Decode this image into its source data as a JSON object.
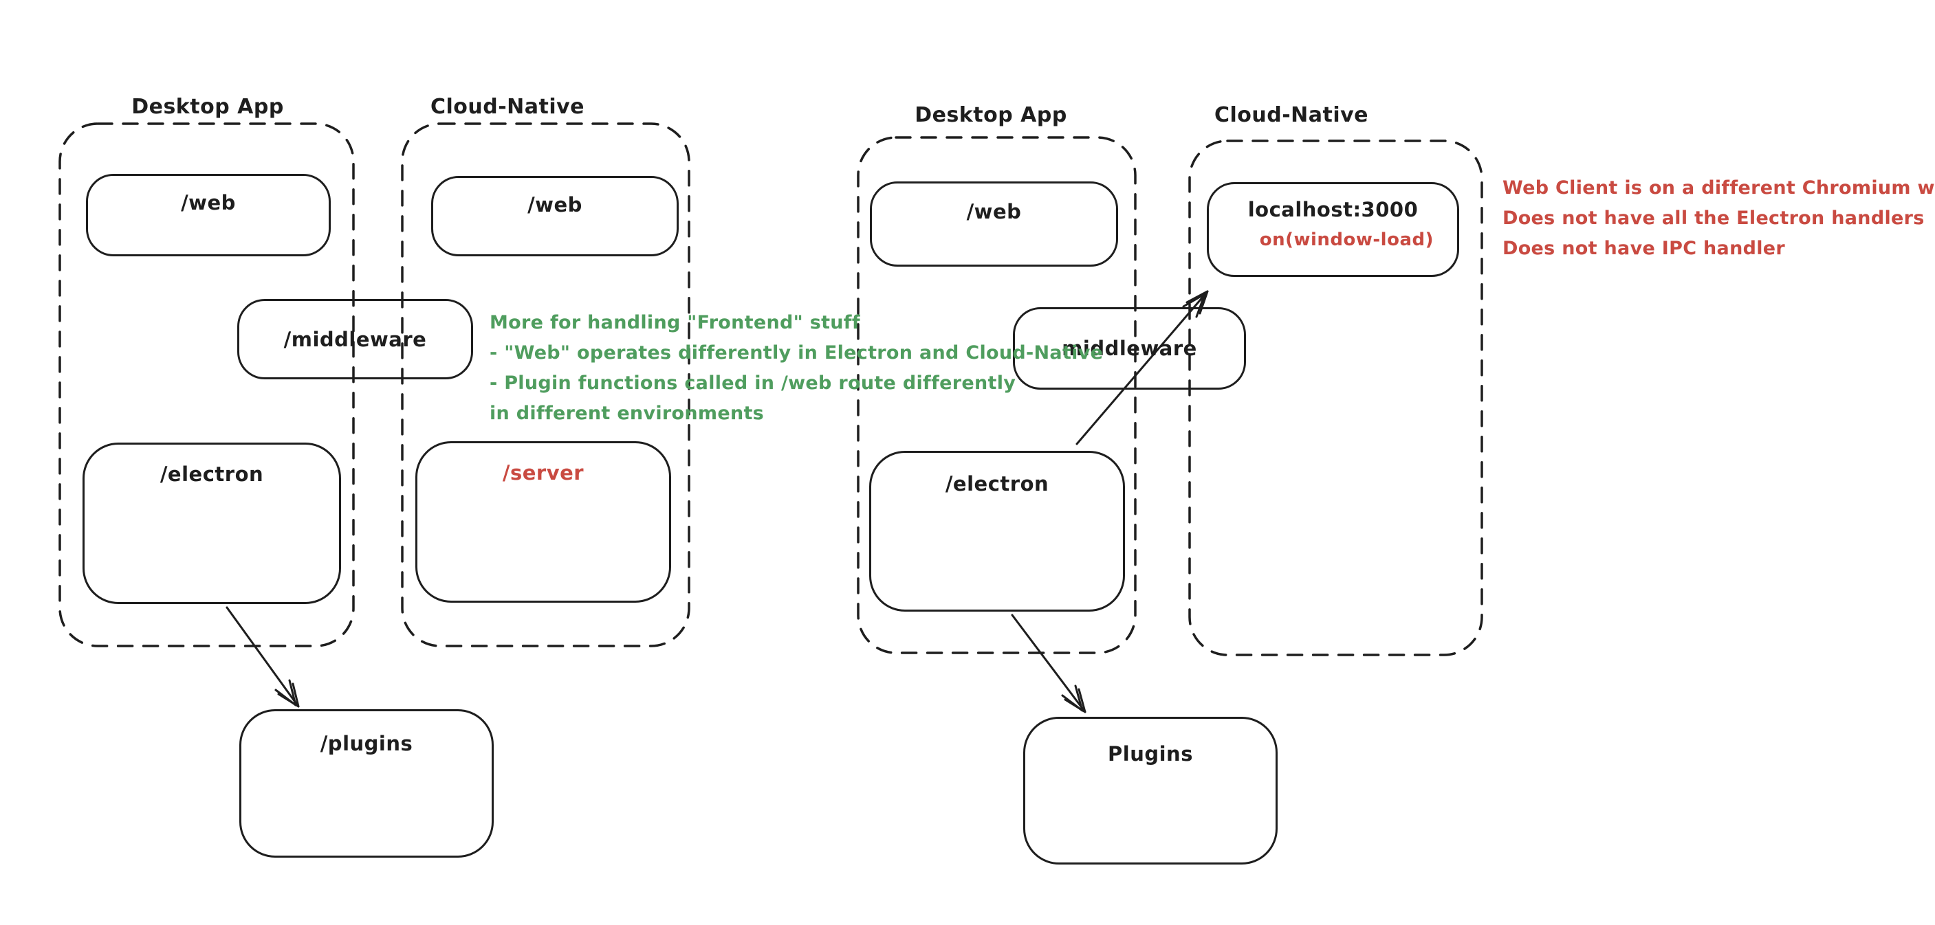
{
  "palette": {
    "stroke": "#1e1e1e",
    "red": "#c94a41",
    "green": "#4f9d5e",
    "background": "#ffffff"
  },
  "left_diagram": {
    "desktop_label": "Desktop App",
    "cloud_label": "Cloud-Native",
    "web_desktop": "/web",
    "web_cloud": "/web",
    "middleware": "/middleware",
    "electron": "/electron",
    "server": "/server",
    "plugins": "/plugins"
  },
  "right_diagram": {
    "desktop_label": "Desktop App",
    "cloud_label": "Cloud-Native",
    "web": "/web",
    "localhost": "localhost:3000",
    "window_load_note": "on(window-load)",
    "middleware": "middleware",
    "electron": "/electron",
    "plugins": "Plugins"
  },
  "annotations": {
    "green_note": {
      "color": "#4f9d5e",
      "lines": [
        "More for handling \"Frontend\" stuff",
        "- \"Web\" operates differently in Electron and Cloud-Native",
        "- Plugin functions called in /web route differently",
        "in different environments"
      ]
    },
    "red_note": {
      "color": "#c94a41",
      "lines": [
        "Web Client is on a different Chromium window",
        "Does not have all the Electron handlers",
        "Does not have IPC handler"
      ]
    }
  }
}
